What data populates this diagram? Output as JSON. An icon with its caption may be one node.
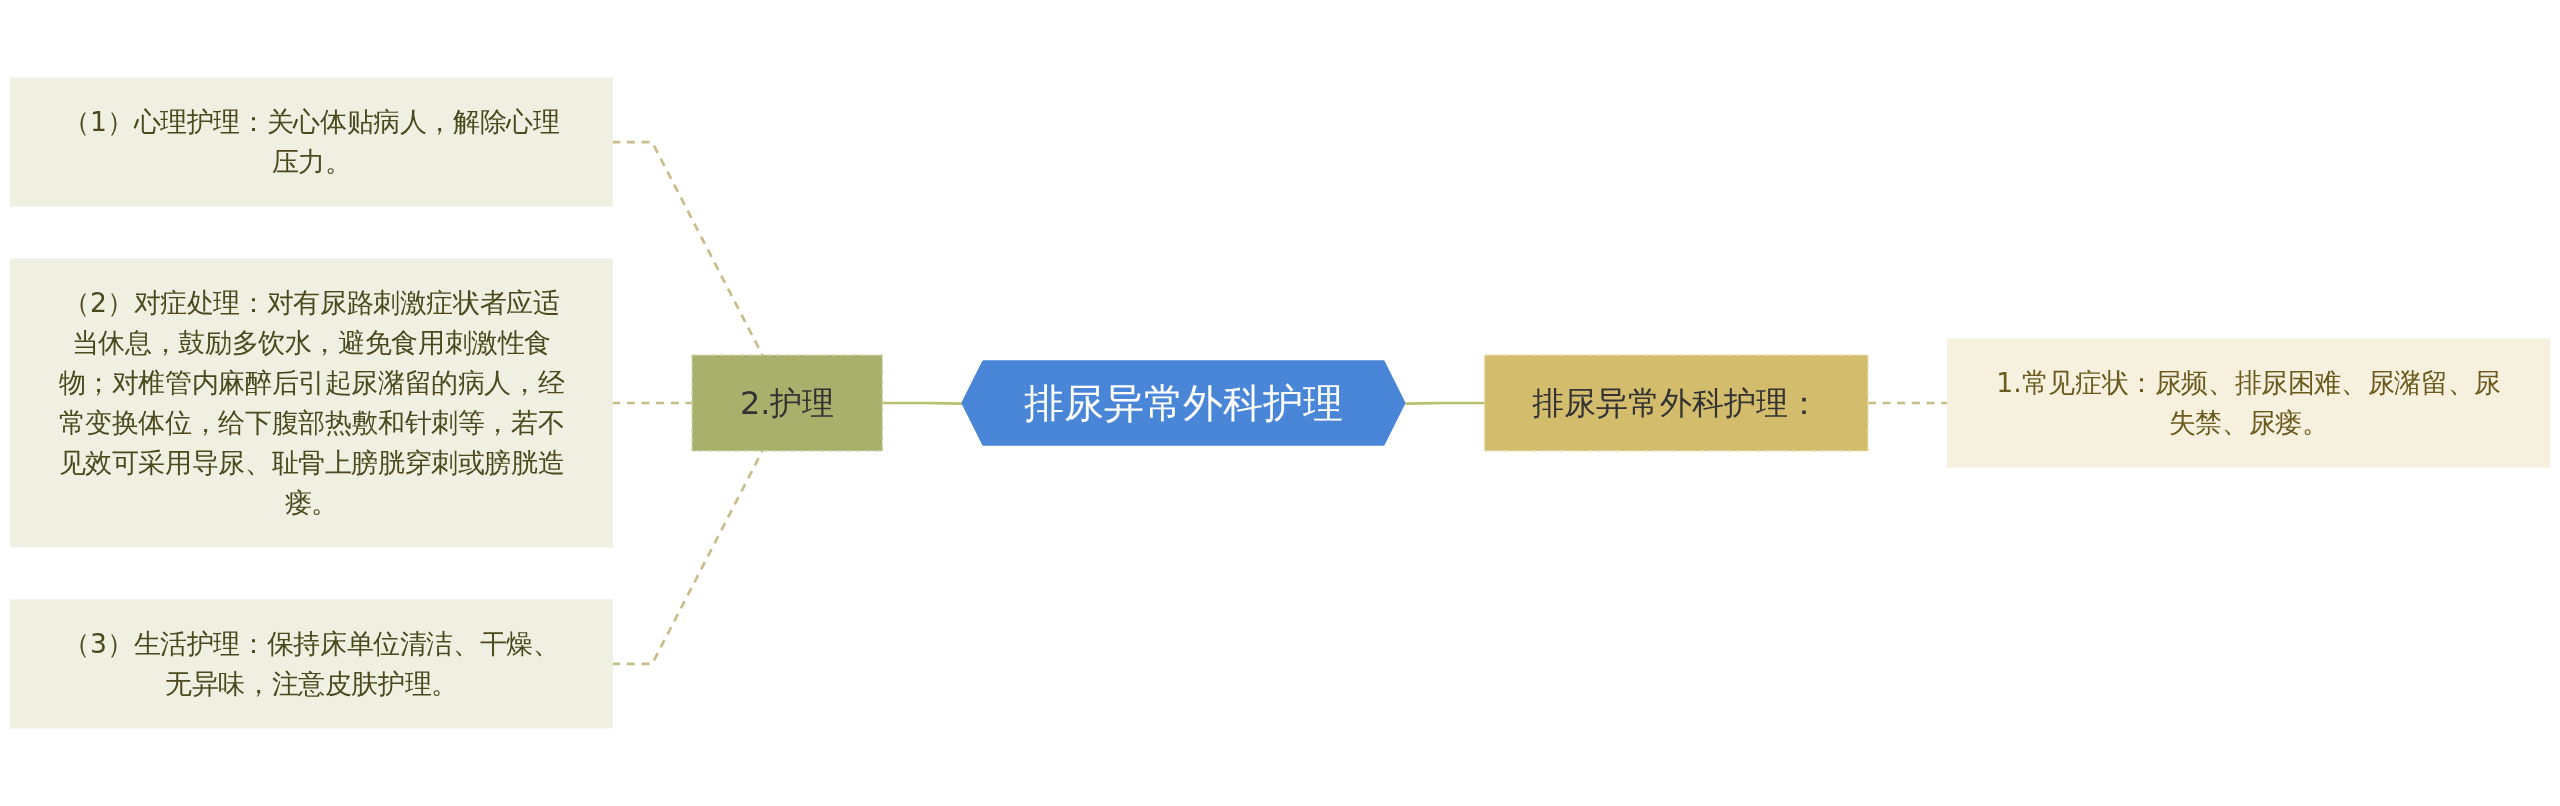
{
  "diagram": {
    "nodes": [
      {
        "text": [
          "排尿异常外科护理"
        ]
      },
      {
        "text": [
          "2.护理"
        ]
      },
      {
        "text": [
          "（1）心理护理：关心体贴病人，解除心理压力。"
        ]
      },
      {
        "text": [
          "（2）对症处理：对有尿路刺激症状者应适当休息，鼓励多饮水，避免食用刺激性食物；对椎管内麻醉后引起尿潴留的病人，经常变换体位，给下腹部热敷和针刺等，若不见效可采用导尿、耻骨上膀胱穿刺或膀胱造瘘。"
        ]
      },
      {
        "text": [
          "（3）生活护理：保持床单位清洁、干燥、无异味，注意皮肤护理。"
        ]
      },
      {
        "text": [
          "排尿异常外科护理："
        ]
      },
      {
        "text": [
          "1.常见症状：尿频、排尿困难、尿潴留、尿失禁、尿瘘。"
        ]
      }
    ],
    "edges": [
      {
        "from": 0,
        "to": 1,
        "arrow": "none"
      },
      {
        "from": 1,
        "to": 2,
        "arrow": "none",
        "style": "dashed"
      },
      {
        "from": 1,
        "to": 3,
        "arrow": "none",
        "style": "dashed"
      },
      {
        "from": 1,
        "to": 4,
        "arrow": "none",
        "style": "dashed"
      },
      {
        "from": 0,
        "to": 5,
        "arrow": "none"
      },
      {
        "from": 5,
        "to": 6,
        "arrow": "none",
        "style": "dashed"
      }
    ]
  }
}
